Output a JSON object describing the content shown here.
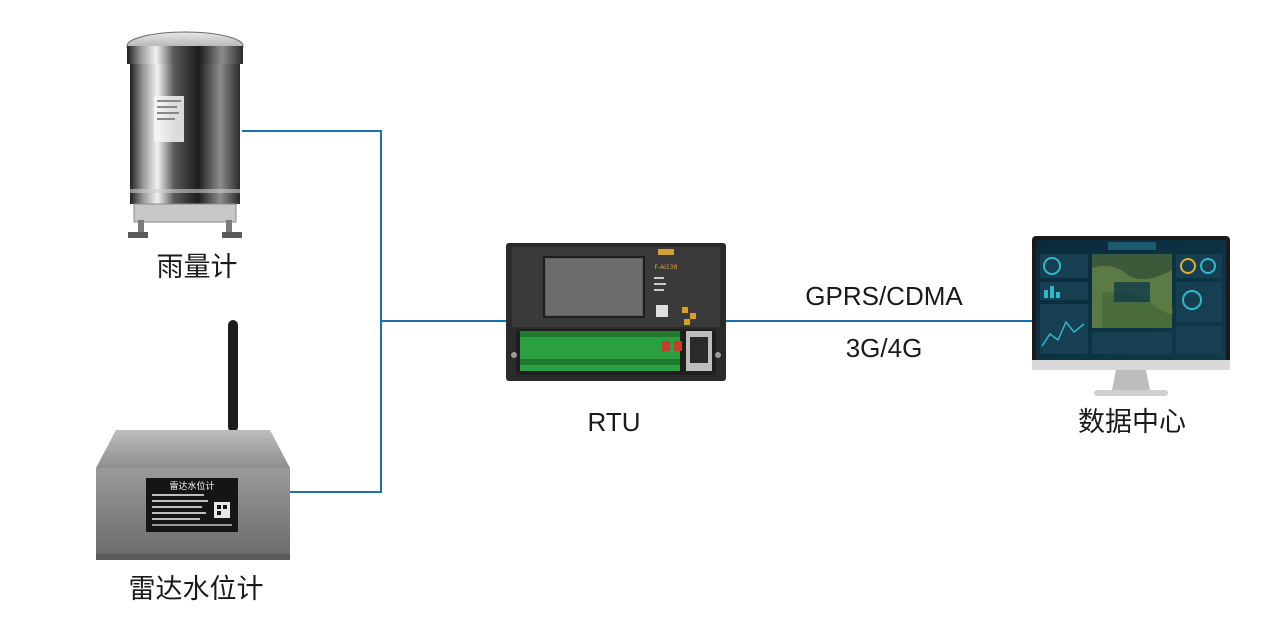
{
  "nodes": {
    "rain_gauge": {
      "label": "雨量计"
    },
    "radar_level": {
      "label": "雷达水位计",
      "plate_title": "雷达水位计"
    },
    "rtu": {
      "label": "RTU",
      "brand_text": "F-AI138"
    },
    "data_center": {
      "label": "数据中心"
    }
  },
  "link": {
    "line1": "GPRS/CDMA",
    "line2": "3G/4G"
  },
  "colors": {
    "connector": "#1f6fa8",
    "text": "#1a1a1a"
  }
}
